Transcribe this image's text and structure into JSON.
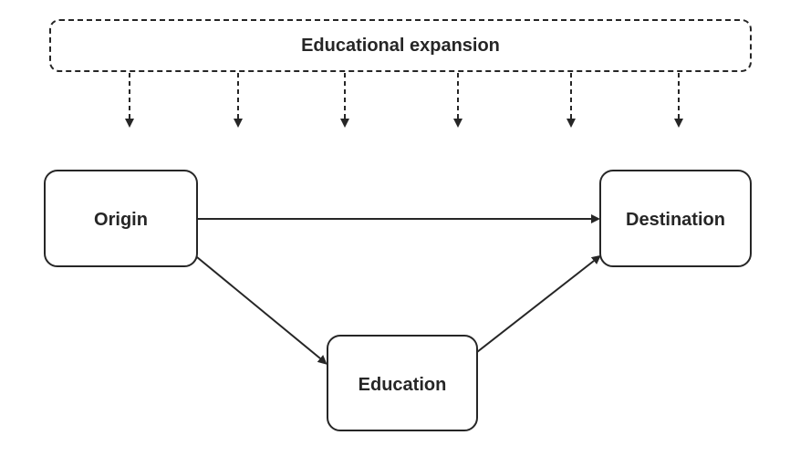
{
  "diagram": {
    "expansion_label": "Educational expansion",
    "nodes": {
      "origin": "Origin",
      "destination": "Destination",
      "education": "Education"
    },
    "edges": [
      {
        "from": "origin",
        "to": "destination"
      },
      {
        "from": "origin",
        "to": "education"
      },
      {
        "from": "education",
        "to": "destination"
      }
    ],
    "expansion_arrow_count": 6
  }
}
